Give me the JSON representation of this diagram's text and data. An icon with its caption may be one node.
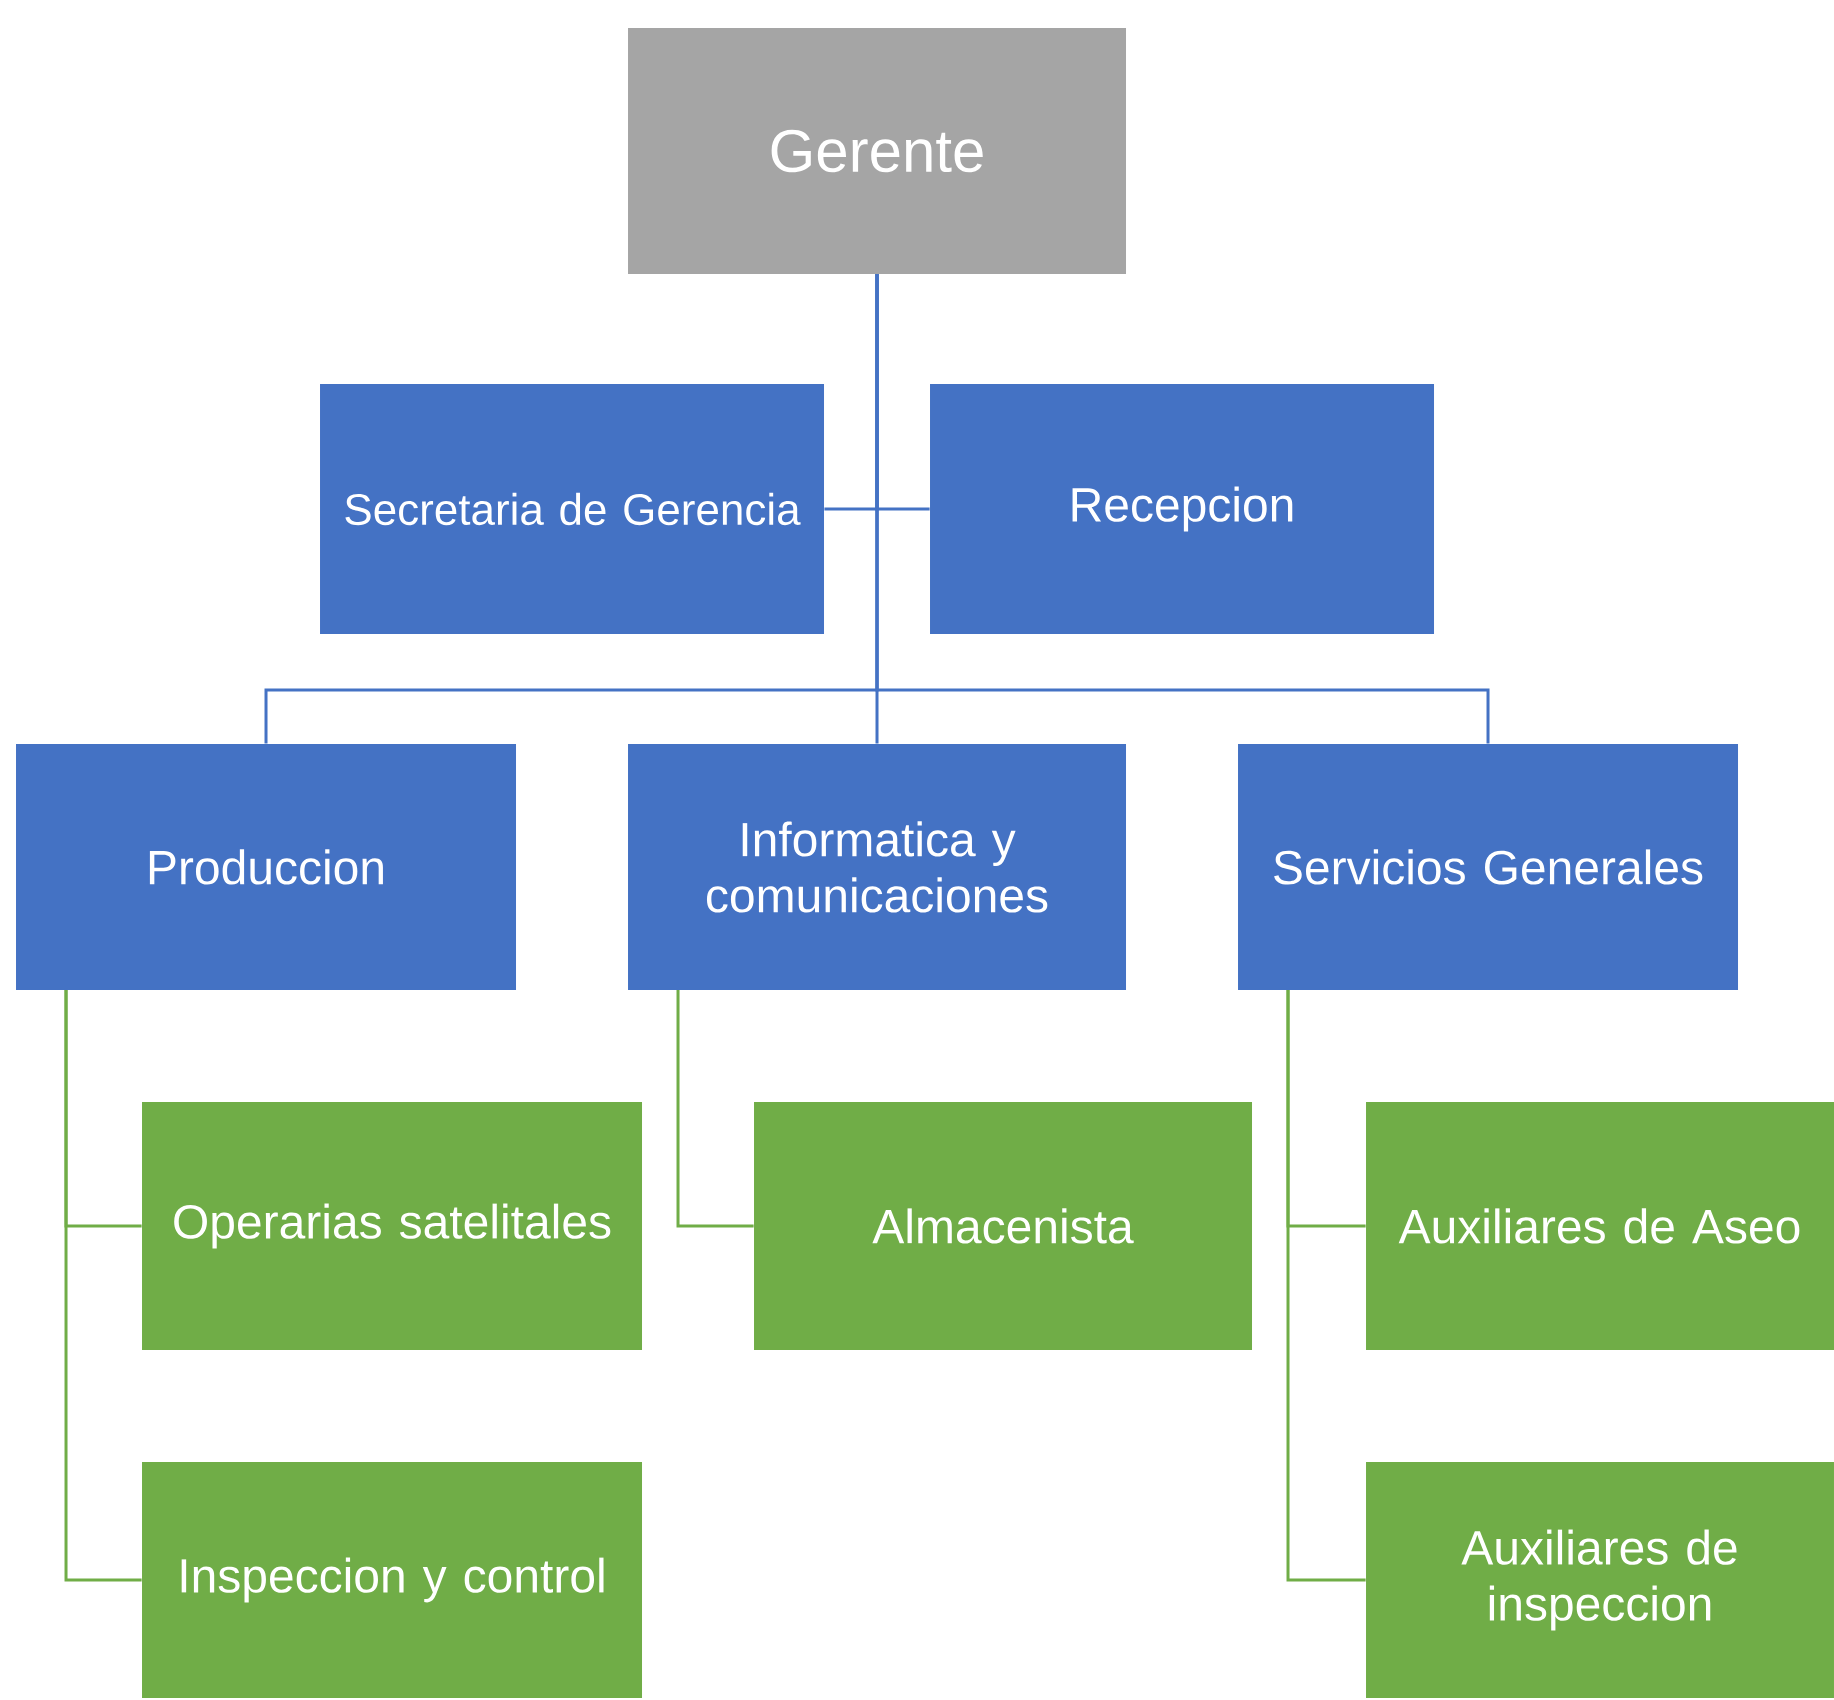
{
  "diagram": {
    "nodes": [
      {
        "text": [
          "Gerente"
        ]
      },
      {
        "text": [
          "Secretaria de Gerencia"
        ]
      },
      {
        "text": [
          "Recepcion"
        ]
      },
      {
        "text": [
          "Produccion"
        ]
      },
      {
        "text": [
          "Informatica y comunicaciones"
        ]
      },
      {
        "text": [
          "Servicios Generales"
        ]
      },
      {
        "text": [
          "Operarias satelitales"
        ]
      },
      {
        "text": [
          "Inspeccion y control"
        ]
      },
      {
        "text": [
          "Almacenista"
        ]
      },
      {
        "text": [
          "Auxiliares de Aseo"
        ]
      },
      {
        "text": [
          "Auxiliares de inspeccion"
        ]
      }
    ],
    "edges": [
      {
        "from": 0,
        "to": 1,
        "arrow": "none"
      },
      {
        "from": 0,
        "to": 2,
        "arrow": "none"
      },
      {
        "from": 0,
        "to": 3,
        "arrow": "none"
      },
      {
        "from": 0,
        "to": 4,
        "arrow": "none"
      },
      {
        "from": 0,
        "to": 5,
        "arrow": "none"
      },
      {
        "from": 3,
        "to": 6,
        "arrow": "none",
        "color": "#70ad47"
      },
      {
        "from": 3,
        "to": 7,
        "arrow": "none",
        "color": "#70ad47"
      },
      {
        "from": 4,
        "to": 8,
        "arrow": "none",
        "color": "#70ad47"
      },
      {
        "from": 5,
        "to": 9,
        "arrow": "none",
        "color": "#70ad47"
      },
      {
        "from": 5,
        "to": 10,
        "arrow": "none",
        "color": "#70ad47"
      }
    ]
  }
}
